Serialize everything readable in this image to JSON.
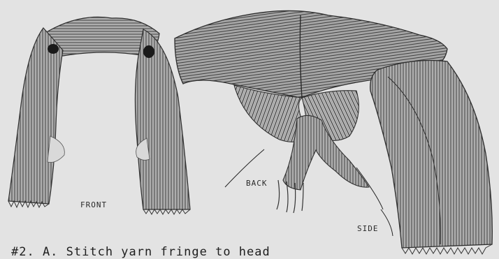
{
  "labels": {
    "front": "FRONT",
    "back": "BACK",
    "side": "SIDE"
  },
  "caption": "#2. A. Stitch yarn fringe to head",
  "colors": {
    "paper": "#e3e3e3",
    "ink": "#2a2a2a",
    "yarn_light": "#bdbdbd",
    "yarn_dark": "#3a3a3a"
  }
}
